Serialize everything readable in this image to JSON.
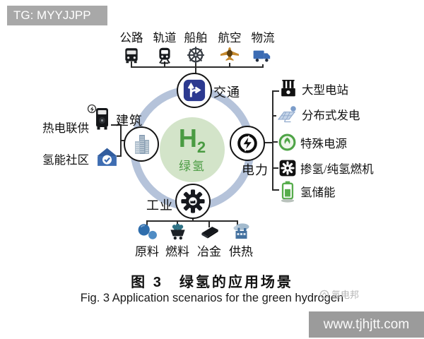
{
  "banner": {
    "text": "TG: MYYJJPP"
  },
  "diagram": {
    "center": {
      "symbol": "H",
      "subscript": "2",
      "label": "绿氢"
    },
    "nodes": {
      "transport": "交通",
      "power": "电力",
      "building": "建筑",
      "industry": "工业"
    },
    "transport_items": [
      "公路",
      "轨道",
      "船舶",
      "航空",
      "物流"
    ],
    "building_items": [
      "热电联供",
      "氢能社区"
    ],
    "power_items": [
      "大型电站",
      "分布式发电",
      "特殊电源",
      "掺氢/纯氢燃机",
      "氢储能"
    ],
    "industry_items": [
      "原料",
      "燃料",
      "冶金",
      "供热"
    ],
    "icons": {
      "transport_node": "traffic-sign-icon",
      "power_node": "power-ring-bolt-icon",
      "building_node": "buildings-icon",
      "industry_node": "gear-factory-icon",
      "transport_items": [
        "bus-icon",
        "train-icon",
        "ship-wheel-icon",
        "airplane-icon",
        "truck-icon"
      ],
      "building_items": [
        "chp-boiler-icon",
        "house-check-icon"
      ],
      "power_items": [
        "power-plant-icon",
        "solar-panel-icon",
        "green-ring-icon",
        "turbine-fan-icon",
        "battery-icon"
      ],
      "industry_items": [
        "spheres-icon",
        "coal-cart-icon",
        "metal-ingot-icon",
        "heat-plant-icon"
      ]
    }
  },
  "caption": {
    "zh": "图 3　绿氢的应用场景",
    "en": "Fig. 3   Application scenarios for the green hydrogen"
  },
  "watermark": {
    "brand": "氢电邦",
    "url": "www.tjhjtt.com"
  },
  "colors": {
    "accent_green": "#4a9b42",
    "center_bg": "#d3e4c9",
    "ring_blue": "#b5c3da",
    "sign_navy": "#2b3990",
    "icon_blue": "#3c6cb4",
    "banner_gray": "#a8a8a8",
    "watermark_gray": "#9b9b9b"
  }
}
